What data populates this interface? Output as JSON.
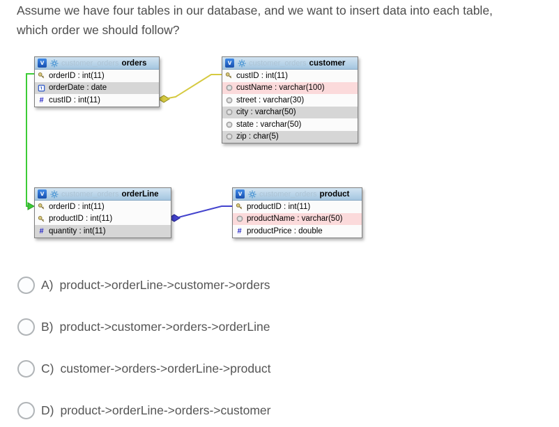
{
  "question": {
    "text": "Assume we have four tables in our database, and we want to insert data into each table, which order we should follow?"
  },
  "diagram": {
    "view_badge": "v",
    "schema": "customer_orders",
    "highlight_row_color": "#fbdadb",
    "tables": [
      {
        "name": "orders",
        "columns": [
          {
            "icon": "key-icon",
            "label": "orderID : int(11)"
          },
          {
            "icon": "date-icon",
            "label": "orderDate : date"
          },
          {
            "icon": "number-icon",
            "label": "custID : int(11)"
          }
        ]
      },
      {
        "name": "customer",
        "columns": [
          {
            "icon": "key-icon",
            "label": "custID : int(11)"
          },
          {
            "icon": "text-icon",
            "label": "custName : varchar(100)"
          },
          {
            "icon": "text-icon",
            "label": "street : varchar(30)"
          },
          {
            "icon": "text-icon",
            "label": "city : varchar(50)"
          },
          {
            "icon": "text-icon",
            "label": "state : varchar(50)"
          },
          {
            "icon": "text-icon",
            "label": "zip : char(5)"
          }
        ]
      },
      {
        "name": "orderLine",
        "columns": [
          {
            "icon": "key-icon",
            "label": "orderID : int(11)"
          },
          {
            "icon": "key-icon",
            "label": "productID : int(11)"
          },
          {
            "icon": "number-icon",
            "label": "quantity : int(11)"
          }
        ]
      },
      {
        "name": "product",
        "columns": [
          {
            "icon": "key-icon",
            "label": "productID : int(11)"
          },
          {
            "icon": "text-icon",
            "label": "productName : varchar(50)"
          },
          {
            "icon": "number-icon",
            "label": "productPrice : double"
          }
        ]
      }
    ],
    "relationships": [
      {
        "from": "orders.custID",
        "to": "customer.custID",
        "color": "#d6ca41"
      },
      {
        "from": "orders.orderID",
        "to": "orderLine.orderID",
        "color": "#3ccc36"
      },
      {
        "from": "orderLine.productID",
        "to": "product.productID",
        "color": "#4343cd"
      }
    ]
  },
  "options": [
    {
      "label": "A)",
      "text": "product->orderLine->customer->orders"
    },
    {
      "label": "B)",
      "text": "product->customer->orders->orderLine"
    },
    {
      "label": "C)",
      "text": "customer->orders->orderLine->product"
    },
    {
      "label": "D)",
      "text": "product->orderLine->orders->customer"
    }
  ]
}
